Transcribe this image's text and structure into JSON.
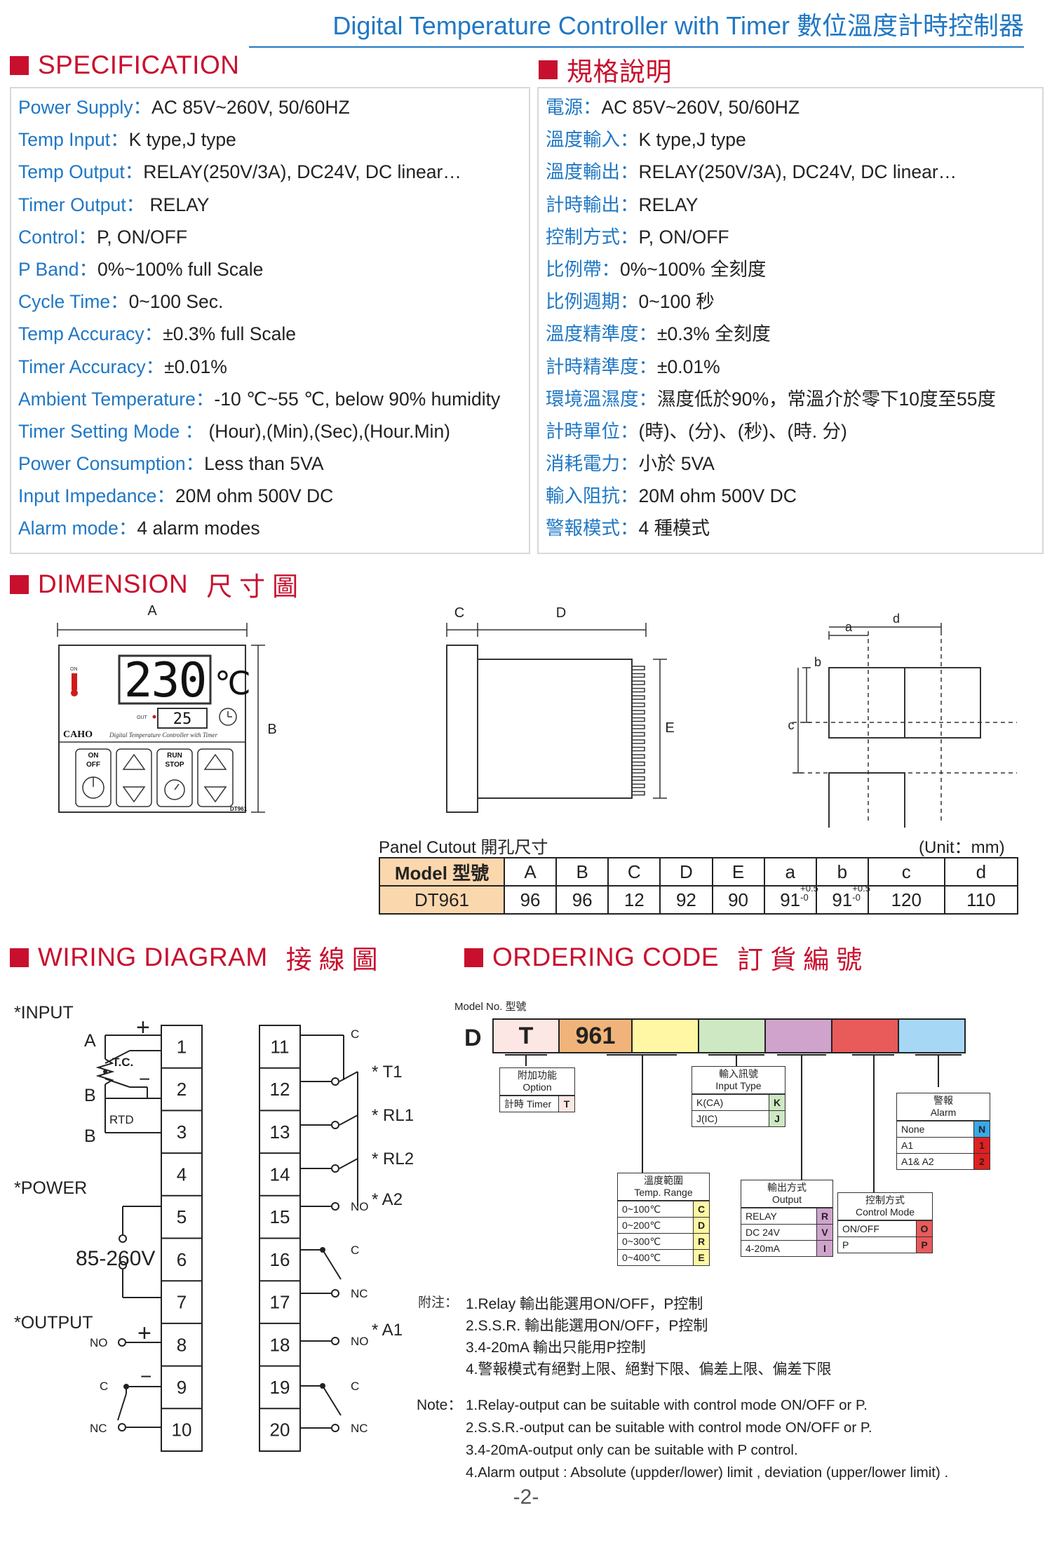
{
  "header": {
    "title": "Digital Temperature Controller with Timer  數位溫度計時控制器"
  },
  "colors": {
    "accent_blue": "#1f77c4",
    "accent_red": "#c8102e",
    "table_highlight": "#fbd7ae"
  },
  "specification": {
    "title_en": "SPECIFICATION",
    "title_zh": "規格說明",
    "en": [
      {
        "label": "Power Supply：",
        "value": "AC 85V~260V, 50/60HZ"
      },
      {
        "label": "Temp Input：",
        "value": "K type,J type"
      },
      {
        "label": "Temp Output：",
        "value": "RELAY(250V/3A), DC24V, DC linear…"
      },
      {
        "label": "Timer Output： ",
        "value": "RELAY"
      },
      {
        "label": "Control：",
        "value": "P, ON/OFF"
      },
      {
        "label": "P Band：",
        "value": "0%~100% full Scale"
      },
      {
        "label": "Cycle Time：",
        "value": "0~100 Sec."
      },
      {
        "label": "Temp Accuracy：",
        "value": "±0.3% full Scale"
      },
      {
        "label": "Timer Accuracy：",
        "value": "±0.01%"
      },
      {
        "label": "Ambient Temperature：",
        "value": "-10 ℃~55 ℃, below 90% humidity"
      },
      {
        "label": "Timer Setting Mode ： ",
        "value": "(Hour),(Min),(Sec),(Hour.Min)"
      },
      {
        "label": "Power Consumption：",
        "value": "Less than 5VA"
      },
      {
        "label": "Input Impedance：",
        "value": "20M ohm 500V DC"
      },
      {
        "label": "Alarm mode：",
        "value": "4 alarm modes"
      }
    ],
    "zh": [
      {
        "label": "電源：",
        "value": "AC 85V~260V, 50/60HZ"
      },
      {
        "label": "溫度輸入：",
        "value": "K type,J type"
      },
      {
        "label": "溫度輸出：",
        "value": "RELAY(250V/3A), DC24V, DC linear…"
      },
      {
        "label": "計時輸出：",
        "value": "RELAY"
      },
      {
        "label": "控制方式：",
        "value": "P, ON/OFF"
      },
      {
        "label": "比例帶：",
        "value": "0%~100%  全刻度"
      },
      {
        "label": "比例週期：",
        "value": "0~100 秒"
      },
      {
        "label": "溫度精準度：",
        "value": "±0.3% 全刻度"
      },
      {
        "label": "計時精準度：",
        "value": "±0.01%"
      },
      {
        "label": "環境溫濕度：",
        "value": "濕度低於90%，常溫介於零下10度至55度"
      },
      {
        "label": "計時單位：",
        "value": "(時)、(分)、(秒)、(時. 分)"
      },
      {
        "label": "消耗電力：",
        "value": "小於  5VA"
      },
      {
        "label": "輸入阻抗：",
        "value": "20M ohm 500V DC"
      },
      {
        "label": "警報模式：",
        "value": "4 種模式"
      }
    ]
  },
  "dimension": {
    "title_en": "DIMENSION",
    "title_zh": "尺寸圖",
    "front": {
      "dim_a": "A",
      "dim_b": "B",
      "display_main": "230",
      "unit": "℃",
      "display_sub": "25",
      "brand": "CAHO",
      "brand_sub": "Digital Temperature Controller with Timer",
      "model": "DT961",
      "btn_on": "ON",
      "btn_off": "OFF",
      "btn_run": "RUN",
      "btn_stop": "STOP",
      "led_on": "ON",
      "led_out": "OUT"
    },
    "side": {
      "dim_c": "C",
      "dim_d": "D",
      "dim_e": "E"
    },
    "cutout": {
      "dim_a": "a",
      "dim_b": "b",
      "dim_c": "c",
      "dim_d": "d"
    },
    "caption": "Panel Cutout 開孔尺寸",
    "unit_note": "(Unit：mm)",
    "table": {
      "headers": [
        "Model 型號",
        "A",
        "B",
        "C",
        "D",
        "E",
        "a",
        "b",
        "c",
        "d"
      ],
      "row": {
        "model": "DT961",
        "A": "96",
        "B": "96",
        "C": "12",
        "D": "92",
        "E": "90",
        "a_base": "91",
        "a_plus": "+0.5",
        "a_minus": "-0",
        "b_base": "91",
        "b_plus": "+0.5",
        "b_minus": "-0",
        "c": "120",
        "d": "110"
      }
    }
  },
  "wiring": {
    "title_en": "WIRING DIAGRAM",
    "title_zh": "接線圖",
    "labels": {
      "input": "*INPUT",
      "power": "*POWER",
      "output": "*OUTPUT",
      "voltage": "85-260V",
      "tc": "T.C.",
      "rtd": "RTD",
      "a": "A",
      "b1": "B",
      "b2": "B",
      "plus1": "+",
      "minus1": "−",
      "plus2": "+",
      "minus2": "−",
      "no": "NO",
      "c": "C",
      "nc": "NC",
      "t1": "* T1",
      "rl1": "* RL1",
      "rl2": "* RL2",
      "a2": "* A2",
      "a1": "* A1",
      "r_c": "C",
      "r_no": "NO",
      "r_c2": "C",
      "r_nc": "NC",
      "r_no2": "NO",
      "r_c3": "C",
      "r_nc2": "NC"
    },
    "terminals_left": [
      "1",
      "2",
      "3",
      "4",
      "5",
      "6",
      "7",
      "8",
      "9",
      "10"
    ],
    "terminals_right": [
      "11",
      "12",
      "13",
      "14",
      "15",
      "16",
      "17",
      "18",
      "19",
      "20"
    ]
  },
  "ordering": {
    "title_en": "ORDERING CODE",
    "title_zh": "訂貨編號",
    "model_no": "Model No. 型號",
    "code_d": "D",
    "code_t": "T",
    "code_961": "961",
    "slot_colors": [
      "#fde7e4",
      "#f0b47a",
      "#fff7a3",
      "#cde8c3",
      "#cfa3cc",
      "#e95a5a",
      "#a6d8f5"
    ],
    "option": {
      "title_zh": "附加功能",
      "title_en": "Option",
      "rows": [
        {
          "label": "計時 Timer",
          "code": "T"
        }
      ]
    },
    "input_type": {
      "title_zh": "輸入訊號",
      "title_en": "Input Type",
      "rows": [
        {
          "label": "K(CA)",
          "code": "K"
        },
        {
          "label": "J(IC)",
          "code": "J"
        }
      ]
    },
    "alarm": {
      "title_zh": "警報",
      "title_en": "Alarm",
      "rows": [
        {
          "label": "None",
          "code": "N"
        },
        {
          "label": "A1",
          "code": "1"
        },
        {
          "label": "A1& A2",
          "code": "2"
        }
      ]
    },
    "temp_range": {
      "title_zh": "溫度範圍",
      "title_en": "Temp. Range",
      "rows": [
        {
          "label": "0~100℃",
          "code": "C"
        },
        {
          "label": "0~200℃",
          "code": "D"
        },
        {
          "label": "0~300℃",
          "code": "R"
        },
        {
          "label": "0~400℃",
          "code": "E"
        }
      ]
    },
    "output": {
      "title_zh": "輸出方式",
      "title_en": "Output",
      "rows": [
        {
          "label": "RELAY",
          "code": "R"
        },
        {
          "label": "DC 24V",
          "code": "V"
        },
        {
          "label": "4-20mA",
          "code": "I"
        }
      ]
    },
    "control_mode": {
      "title_zh": "控制方式",
      "title_en": "Control Mode",
      "rows": [
        {
          "label": "ON/OFF",
          "code": "O"
        },
        {
          "label": "P",
          "code": "P"
        }
      ]
    },
    "notes_zh_label": "附注：",
    "notes_zh": [
      "1.Relay 輸出能選用ON/OFF，P控制",
      "2.S.S.R. 輸出能選用ON/OFF，P控制",
      "3.4-20mA 輸出只能用P控制",
      "4.警報模式有絕對上限、絕對下限、偏差上限、偏差下限"
    ],
    "notes_en_label": "Note：",
    "notes_en": [
      "1.Relay-output can be suitable with control mode ON/OFF or P.",
      "2.S.S.R.-output can be suitable with control mode ON/OFF or P.",
      "3.4-20mA-output only can be suitable with P control.",
      "4.Alarm output : Absolute (uppder/lower) limit , deviation (upper/lower limit) ."
    ]
  },
  "page_number": "-2-"
}
